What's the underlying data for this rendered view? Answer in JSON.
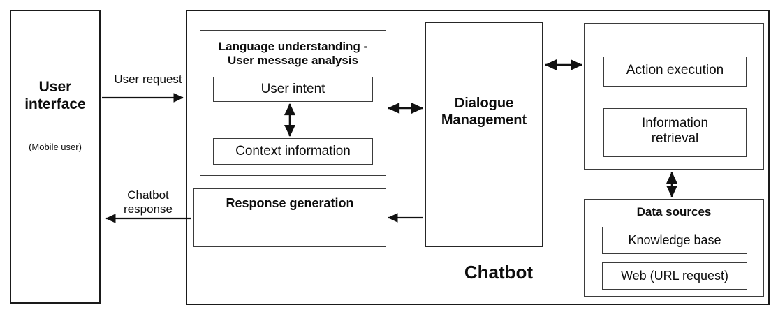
{
  "diagram": {
    "title_label": "Chatbot",
    "user_interface": {
      "title": "User\ninterface",
      "subtitle": "(Mobile user)"
    },
    "edges": {
      "user_request": "User request",
      "chatbot_response": "Chatbot\nresponse"
    },
    "language_understanding": {
      "header": "Language understanding -\nUser message analysis",
      "nodes": [
        {
          "label": "User intent"
        },
        {
          "label": "Context information"
        }
      ]
    },
    "dialogue_management": {
      "label": "Dialogue\nManagement"
    },
    "response_generation": {
      "label": "Response generation"
    },
    "action_group": {
      "nodes": [
        {
          "label": "Action execution"
        },
        {
          "label": "Information\nretrieval"
        }
      ]
    },
    "data_sources": {
      "header": "Data sources",
      "nodes": [
        {
          "label": "Knowledge base"
        },
        {
          "label": "Web (URL request)"
        }
      ]
    }
  },
  "colors": {
    "stroke": "#262626",
    "stroke_light": "#3b3b3b",
    "background": "#ffffff",
    "text": "#0d0d0d"
  }
}
